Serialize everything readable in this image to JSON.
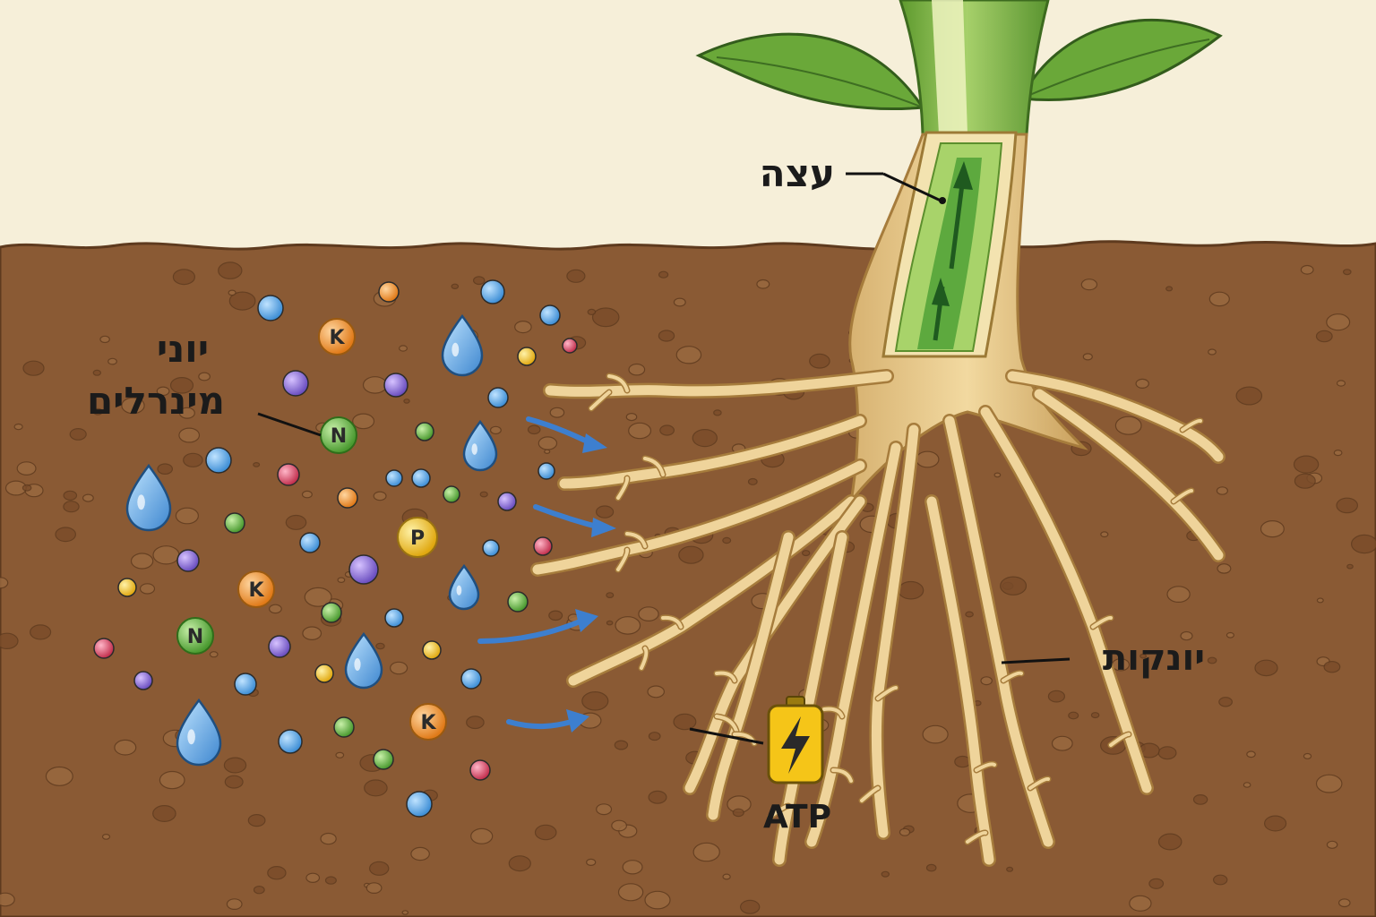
{
  "labels": {
    "xylem": "עצה",
    "mineral_ions_line1": "יוני",
    "mineral_ions_line2": "מינרלים",
    "root_hairs": "יונקות",
    "atp": "ATP"
  },
  "ions": {
    "potassium": "K",
    "nitrogen": "N",
    "phosphorus": "P"
  },
  "colors": {
    "sky": "#f6efd9",
    "soil": "#8a5a34",
    "soil_dark": "#6e4424",
    "root": "#e2c285",
    "root_outline": "#b48a4a",
    "stem": "#7fb241",
    "leaf": "#6aa839",
    "xylem": "#4e9a3a",
    "water": "#5aa7e0",
    "arrow": "#3d7fcf",
    "ion_k": "#f19a2d",
    "ion_n": "#6cc04a",
    "ion_p": "#f6c623",
    "battery": "#f5c518"
  },
  "icons": [
    "water-drop-icon",
    "arrow-icon",
    "battery-icon",
    "lightning-icon"
  ]
}
